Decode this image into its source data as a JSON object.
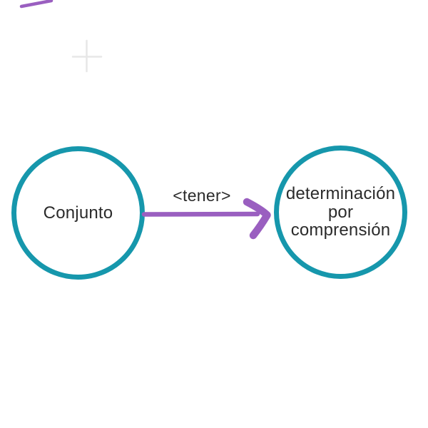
{
  "diagram": {
    "title": "",
    "colors": {
      "background": "#ffffff",
      "teal": "#1697ac",
      "purple": "#9a5fc0",
      "ink": "#2b2b2b",
      "faint_gray": "#e7e7e7"
    },
    "nodes": [
      {
        "id": "conjunto",
        "label": "Conjunto"
      },
      {
        "id": "determinacion-por-comprension",
        "label": "determinación por comprensión",
        "lines": [
          "determinación",
          "por",
          "comprensión"
        ]
      }
    ],
    "edge": {
      "from": "conjunto",
      "to": "determinacion-por-comprension",
      "label": "<tener>"
    },
    "icons": [
      {
        "name": "stray-stroke",
        "description": "small purple pen stroke, top-left corner"
      },
      {
        "name": "faint-cross",
        "description": "very faint gray plus mark"
      }
    ]
  }
}
